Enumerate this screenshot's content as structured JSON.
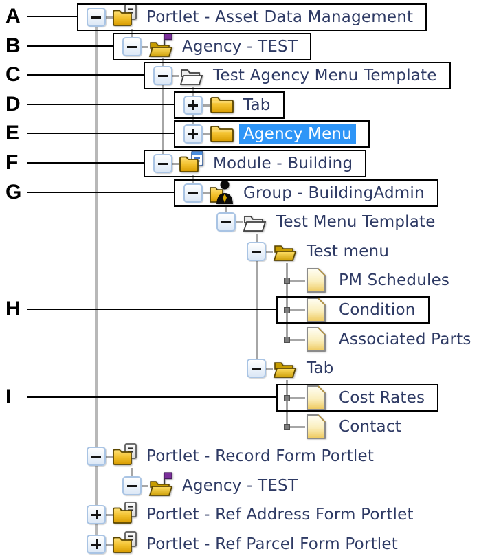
{
  "colors": {
    "selected_bg": "#2e95f7",
    "selected_text": "#ffffff",
    "label_text": "#2e3a64",
    "connector_grey": "#a6a6a6",
    "trunk_grey": "#b8b8b8",
    "expander_border_blue": "#a9c4e4",
    "callout_black": "#000000",
    "folder_gold": "#f2c12e",
    "flag_purple": "#7b2f9b",
    "page_cream": "#faeebc"
  },
  "tree": {
    "nodes": [
      {
        "label": "Portlet - Asset Data Management",
        "depth": 0,
        "icon": "portlet-folder-document-icon",
        "expander": "minus",
        "callout": "A",
        "selected": false
      },
      {
        "label": "Agency - TEST",
        "depth": 1,
        "icon": "agency-flag-folder-icon",
        "expander": "minus",
        "callout": "B",
        "selected": false
      },
      {
        "label": "Test Agency Menu Template",
        "depth": 2,
        "icon": "open-folder-outline-icon",
        "expander": "minus",
        "callout": "C",
        "selected": false
      },
      {
        "label": "Tab",
        "depth": 3,
        "icon": "closed-folder-icon",
        "expander": "plus",
        "callout": "D",
        "selected": false
      },
      {
        "label": "Agency Menu",
        "depth": 3,
        "icon": "closed-folder-icon",
        "expander": "plus",
        "callout": "E",
        "selected": true
      },
      {
        "label": "Module - Building",
        "depth": 2,
        "icon": "module-folder-document-icon",
        "expander": "minus",
        "callout": "F",
        "selected": false
      },
      {
        "label": "Group - BuildingAdmin",
        "depth": 3,
        "icon": "group-person-folder-icon",
        "expander": "minus",
        "callout": "G",
        "selected": false
      },
      {
        "label": "Test Menu Template",
        "depth": 4,
        "icon": "open-folder-outline-icon",
        "expander": "minus",
        "callout": "",
        "selected": false
      },
      {
        "label": "Test menu",
        "depth": 5,
        "icon": "open-folder-gold-icon",
        "expander": "minus",
        "callout": "",
        "selected": false
      },
      {
        "label": "PM Schedules",
        "depth": 6,
        "icon": "page-icon",
        "expander": "leaf",
        "callout": "",
        "selected": false
      },
      {
        "label": "Condition",
        "depth": 6,
        "icon": "page-icon",
        "expander": "leaf",
        "callout": "H",
        "selected": false
      },
      {
        "label": "Associated Parts",
        "depth": 6,
        "icon": "page-icon",
        "expander": "leaf",
        "callout": "",
        "selected": false
      },
      {
        "label": "Tab",
        "depth": 5,
        "icon": "open-folder-gold-icon",
        "expander": "minus",
        "callout": "",
        "selected": false
      },
      {
        "label": "Cost Rates",
        "depth": 6,
        "icon": "page-icon",
        "expander": "leaf",
        "callout": "I",
        "selected": false
      },
      {
        "label": "Contact",
        "depth": 6,
        "icon": "page-icon",
        "expander": "leaf",
        "callout": "",
        "selected": false
      },
      {
        "label": "Portlet - Record Form Portlet",
        "depth": 0,
        "icon": "portlet-folder-document-icon",
        "expander": "minus",
        "callout": "",
        "selected": false
      },
      {
        "label": "Agency - TEST",
        "depth": 1,
        "icon": "agency-flag-folder-icon",
        "expander": "minus",
        "callout": "",
        "selected": false
      },
      {
        "label": "Portlet - Ref Address Form Portlet",
        "depth": 0,
        "icon": "portlet-folder-document-icon",
        "expander": "plus",
        "callout": "",
        "selected": false
      },
      {
        "label": "Portlet - Ref Parcel Form Portlet",
        "depth": 0,
        "icon": "portlet-folder-document-icon",
        "expander": "plus",
        "callout": "",
        "selected": false
      }
    ]
  }
}
